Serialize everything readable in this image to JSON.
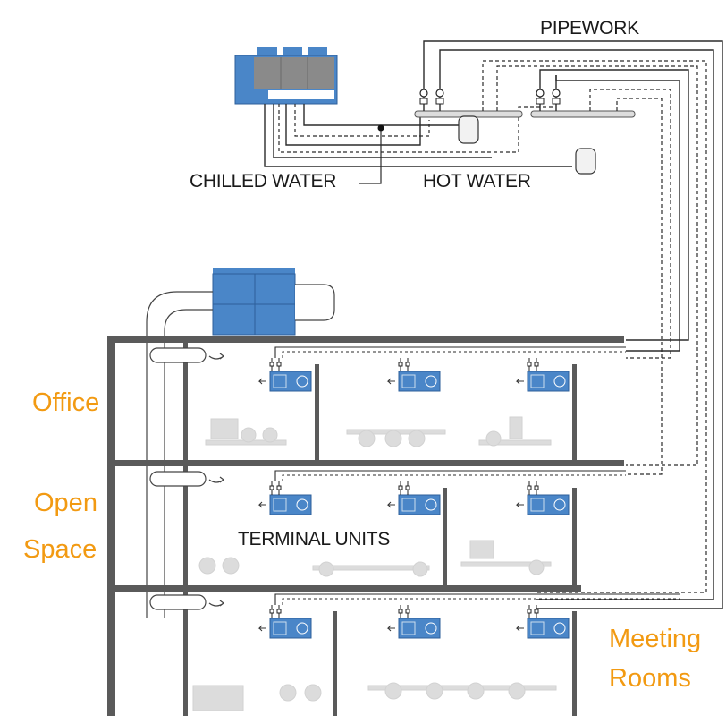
{
  "labels": {
    "pipework": "PIPEWORK",
    "chilled_water": "CHILLED WATER",
    "hot_water": "HOT WATER",
    "terminal_units": "TERMINAL UNITS",
    "office": "Office",
    "open_space_line1": "Open",
    "open_space_line2": "Space",
    "meeting_rooms_line1": "Meeting",
    "meeting_rooms_line2": "Rooms"
  },
  "colors": {
    "structure": "#5a5a5a",
    "equipment_blue": "#4a86c8",
    "pipe": "#2b2b2b",
    "furniture": "#dcdcdc",
    "label_dark": "#1a1a1a",
    "label_orange": "#f29a12"
  }
}
